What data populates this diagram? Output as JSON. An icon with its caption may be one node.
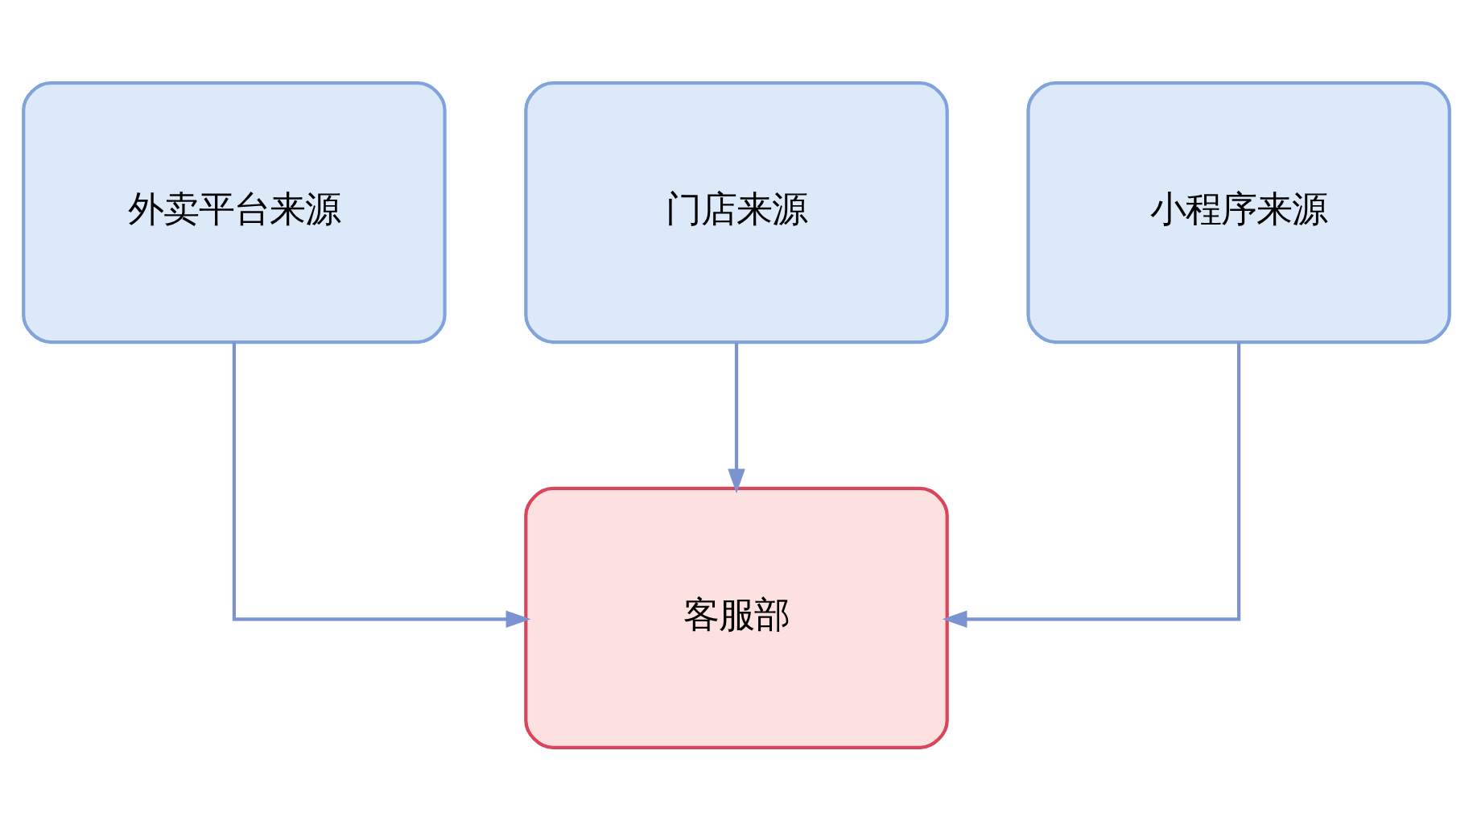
{
  "diagram": {
    "nodes": [
      {
        "text": [
          "外卖平台来源"
        ]
      },
      {
        "text": [
          "门店来源"
        ]
      },
      {
        "text": [
          "小程序来源"
        ]
      },
      {
        "text": [
          "客服部"
        ]
      }
    ],
    "edges": [
      {
        "from": 0,
        "to": 3,
        "arrow": "to"
      },
      {
        "from": 1,
        "to": 3,
        "arrow": "to"
      },
      {
        "from": 2,
        "to": 3,
        "arrow": "to"
      }
    ]
  }
}
